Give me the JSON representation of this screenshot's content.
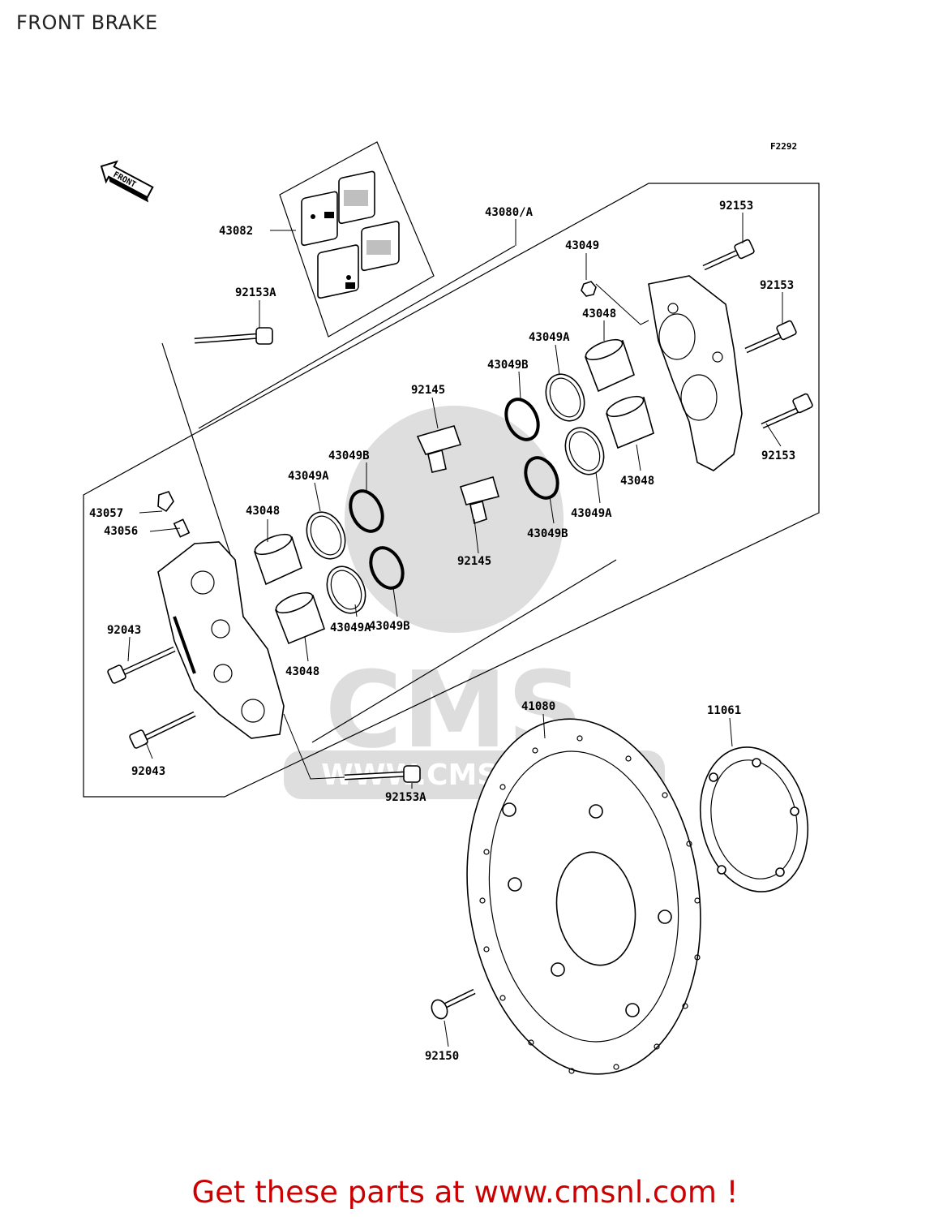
{
  "title": "FRONT BRAKE",
  "figure_code": "F2292",
  "front_arrow_label": "FRONT",
  "watermark": {
    "text": "CMS",
    "url": "WWW.CMSNL.COM"
  },
  "footer": "Get these parts at www.cmsnl.com !",
  "labels": {
    "p43082": "43082",
    "p43080A": "43080/A",
    "p92153_top": "92153",
    "p43049_top": "43049",
    "p92153_mid": "92153",
    "p92153A_top": "92153A",
    "p43048_r1": "43048",
    "p43049A_r1": "43049A",
    "p43049B_r1": "43049B",
    "p92145_top": "92145",
    "p92153_bot": "92153",
    "p43048_r2": "43048",
    "p43049A_r2": "43049A",
    "p43049B_r2": "43049B",
    "p92145_bot": "92145",
    "p43049B_l1": "43049B",
    "p43049A_l1": "43049A",
    "p43048_l1": "43048",
    "p43057": "43057",
    "p43056": "43056",
    "p43049B_l2": "43049B",
    "p43049A_l2": "43049A",
    "p43048_l2": "43048",
    "p92043_top": "92043",
    "p92043_bot": "92043",
    "p92153A_bot": "92153A",
    "p41080": "41080",
    "p11061": "11061",
    "p92150": "92150"
  }
}
